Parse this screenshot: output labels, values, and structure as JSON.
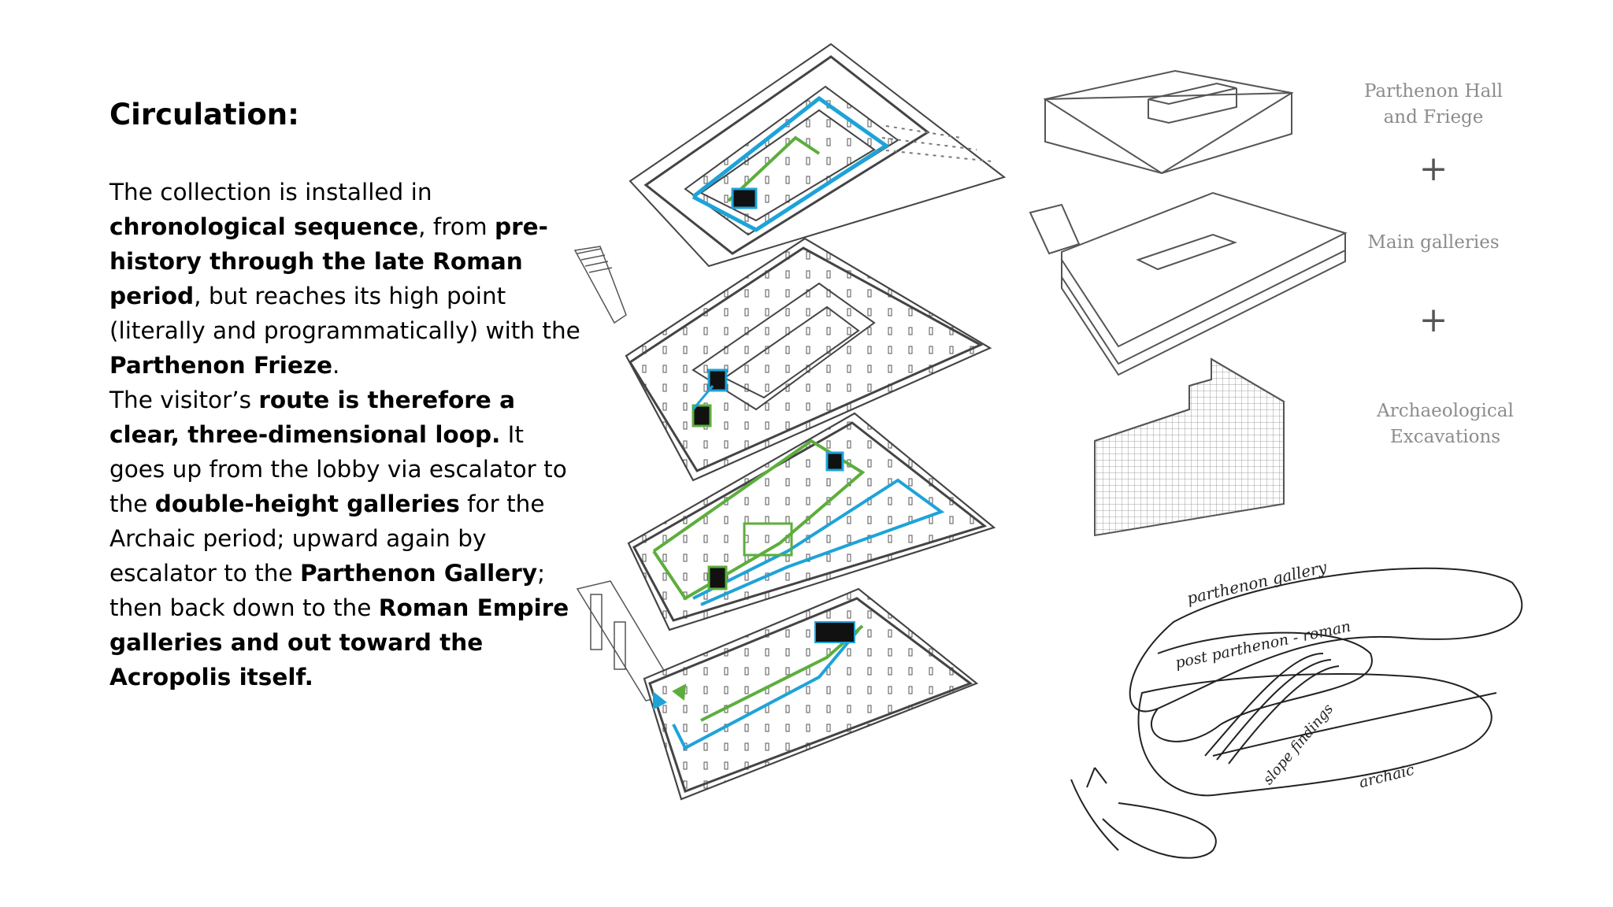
{
  "heading": "Circulation:",
  "paragraph1": [
    {
      "t": "The collection is installed in ",
      "b": false
    },
    {
      "t": "chronological sequence",
      "b": true
    },
    {
      "t": ", from ",
      "b": false
    },
    {
      "t": "pre-history through the late Roman period",
      "b": true
    },
    {
      "t": ", but reaches its high point (literally and programmatically) with the ",
      "b": false
    },
    {
      "t": "Parthenon Frieze",
      "b": true
    },
    {
      "t": ".",
      "b": false
    }
  ],
  "paragraph2": [
    {
      "t": "The visitor’s ",
      "b": false
    },
    {
      "t": "route is therefore a clear, three-dimensional loop.",
      "b": true
    },
    {
      "t": " It goes up from the lobby via escalator to the ",
      "b": false
    },
    {
      "t": "double-height galleries",
      "b": true
    },
    {
      "t": " for the Archaic period; upward again by escalator to the ",
      "b": false
    },
    {
      "t": "Parthenon Gallery",
      "b": true
    },
    {
      "t": "; then back down to the ",
      "b": false
    },
    {
      "t": "Roman Empire galleries and out toward the Acropolis itself.",
      "b": true
    }
  ],
  "diagram": {
    "labels": {
      "hall_line1": "Parthenon Hall",
      "hall_line2": "and Friege",
      "plus1": "+",
      "main": "Main galleries",
      "plus2": "+",
      "arch_line1": "Archaeological",
      "arch_line2": "Excavations"
    },
    "sketch_labels": {
      "parthenon": "parthenon gallery",
      "post": "post parthenon - roman",
      "slope": "slope findings",
      "archaic": "archaic"
    },
    "colors": {
      "blue_route": "#1ea3d8",
      "green_route": "#5cae3c",
      "line": "#444444",
      "label_gray": "#8c8c8c"
    }
  }
}
